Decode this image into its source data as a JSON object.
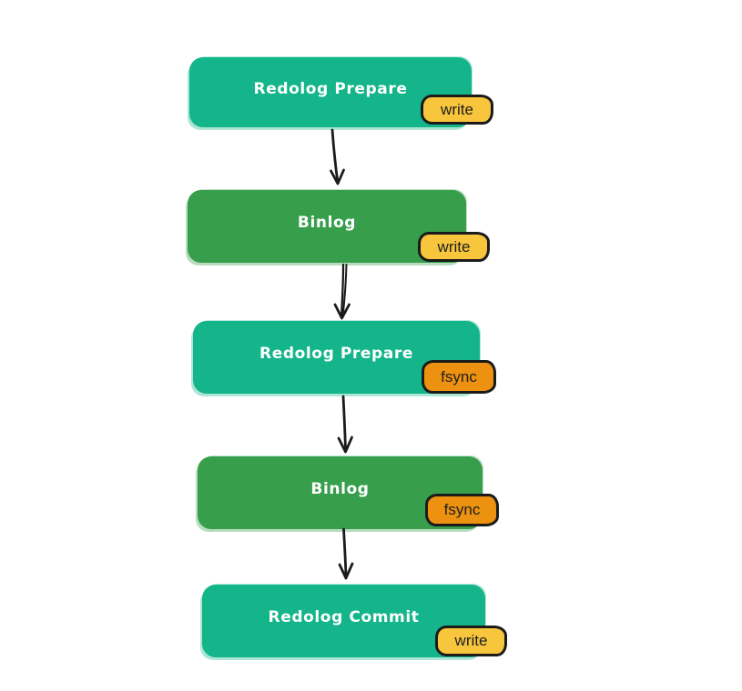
{
  "canvas": {
    "background": "#ffffff"
  },
  "colors": {
    "teal_fill": "#14b58a",
    "green_fill": "#379e4b",
    "yellow_badge": "#f8c63d",
    "orange_badge": "#ec9110",
    "stroke": "#1b1b1b",
    "label_text": "#ffffff"
  },
  "nodes": [
    {
      "label": "Redolog Prepare",
      "badge": "write"
    },
    {
      "label": "Binlog",
      "badge": "write"
    },
    {
      "label": "Redolog Prepare",
      "badge": "fsync"
    },
    {
      "label": "Binlog",
      "badge": "fsync"
    },
    {
      "label": "Redolog Commit",
      "badge": "write"
    }
  ]
}
